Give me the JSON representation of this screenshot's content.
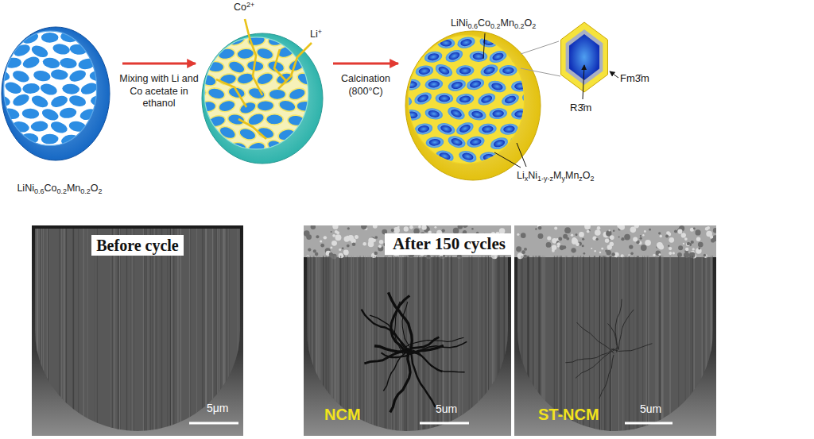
{
  "diagram": {
    "nodes": [
      {
        "text": [
          "LiNi0.6Co0.2Mn0.2O2"
        ]
      },
      {
        "text": [
          "Co2+",
          "Li+"
        ]
      },
      {
        "text": [
          "LiNi0.6Co0.2Mn0.2O2",
          "LixNi1-y-zMyMnzO2"
        ]
      },
      {
        "text": [
          "Fm3̄m",
          "R3̄m"
        ]
      },
      {
        "text": [
          "Before cycle",
          "5μm"
        ]
      },
      {
        "text": [
          "NCM",
          "5um"
        ]
      },
      {
        "text": [
          "ST-NCM",
          "5um"
        ]
      }
    ],
    "edges": [
      {
        "from": 0,
        "to": 1,
        "label": "Mixing with Li and Co acetate in ethanol",
        "arrow": "to"
      },
      {
        "from": 1,
        "to": 2,
        "label": "Calcination (800°C)",
        "arrow": "to"
      }
    ],
    "labels": [
      "After 150 cycles"
    ]
  }
}
